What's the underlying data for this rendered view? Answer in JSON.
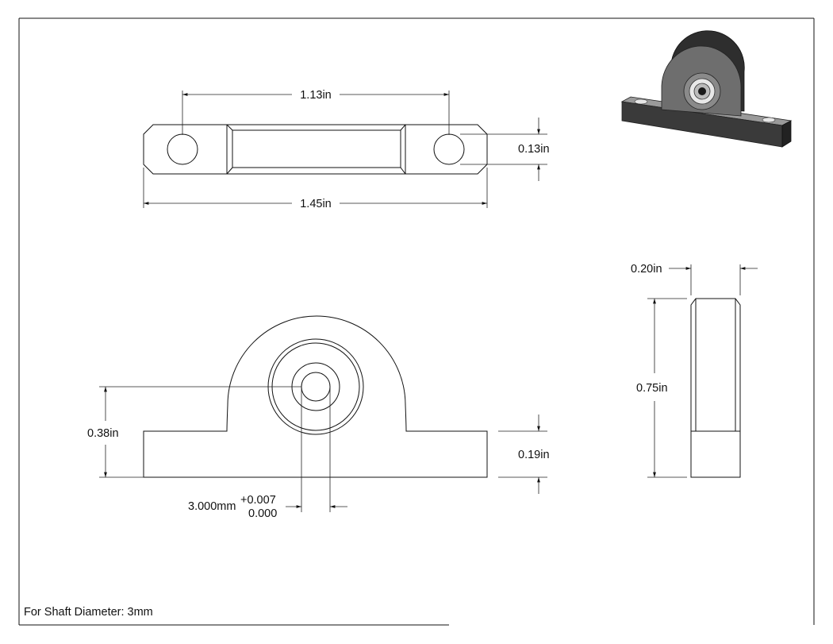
{
  "dimensions": {
    "top_center_spacing": "1.13in",
    "top_thickness": "0.13in",
    "top_overall_length": "1.45in",
    "front_axis_height": "0.38in",
    "front_base_height": "0.19in",
    "bore_nominal": "3.000mm",
    "bore_tol_upper": "+0.007",
    "bore_tol_lower": "0.000",
    "side_width": "0.20in",
    "side_height": "0.75in"
  },
  "note": "For Shaft Diameter: 3mm",
  "colors": {
    "line": "#111111",
    "background": "#ffffff",
    "iso_dark": "#3a3a3a",
    "iso_mid": "#6e6e6e",
    "iso_light": "#9a9a9a"
  }
}
